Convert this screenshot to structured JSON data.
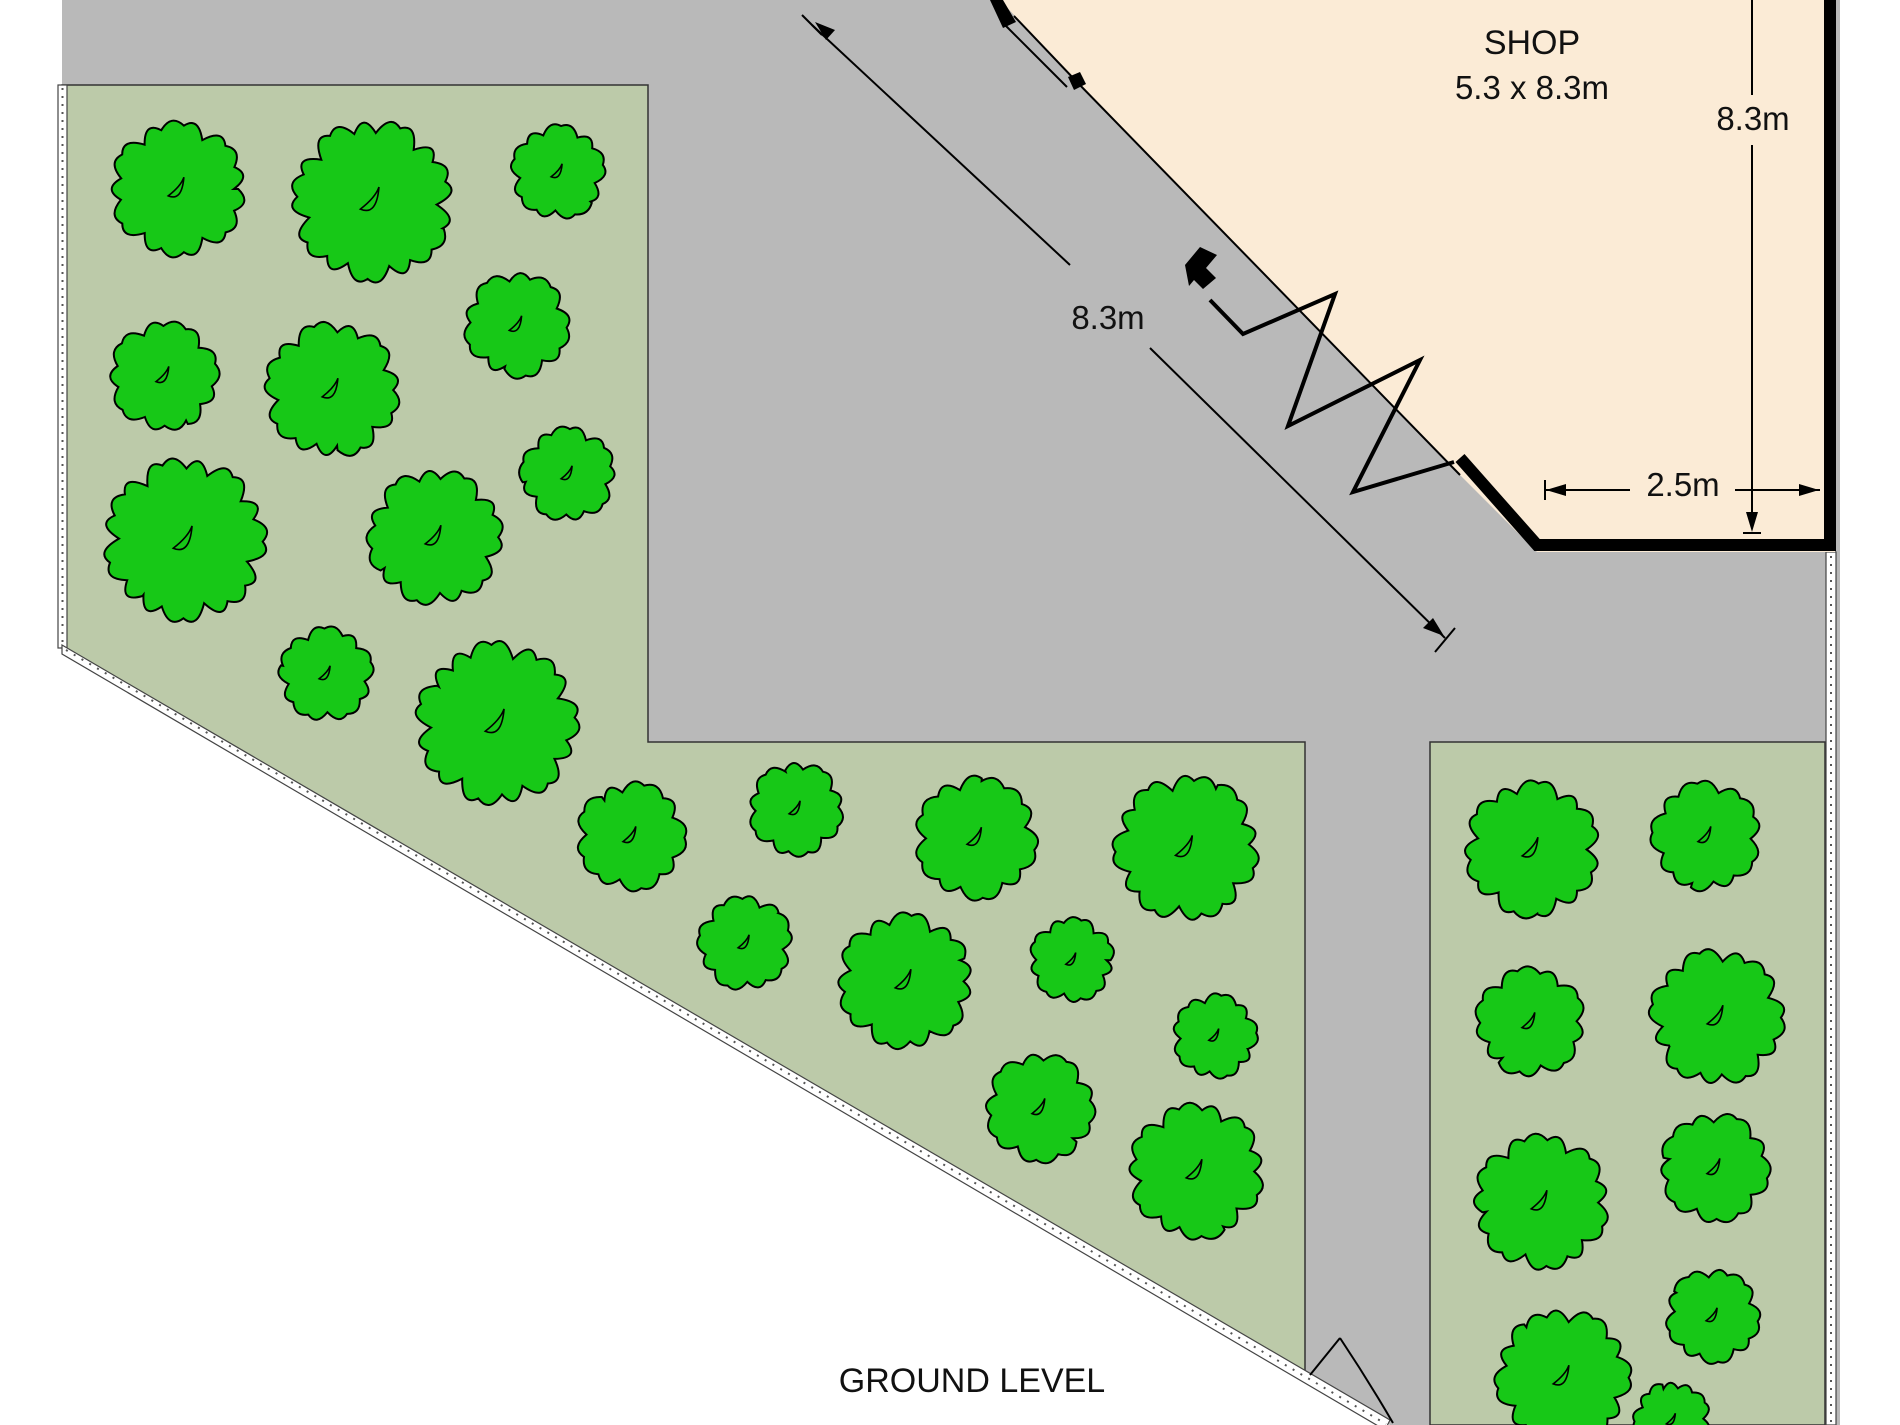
{
  "title": "GROUND LEVEL",
  "rooms": [
    {
      "name": "SHOP",
      "size": "5.3 x 8.3m"
    }
  ],
  "dimensions": {
    "diagonal_wall": "8.3m",
    "right_wall": "8.3m",
    "bottom_wall": "2.5m"
  },
  "colors": {
    "paving": "#b9b9b9",
    "garden": "#bccaa9",
    "shop_floor": "#fbebd6",
    "tree_fill": "#17c817",
    "outline": "#000000"
  }
}
